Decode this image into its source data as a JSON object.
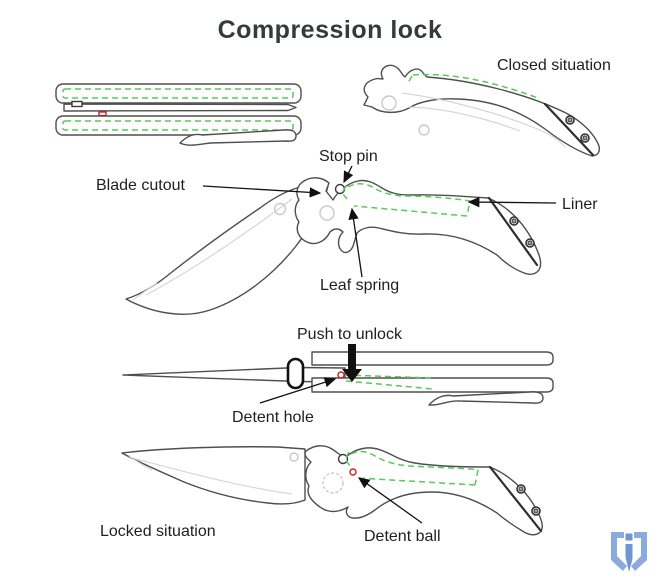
{
  "title": "Compression lock",
  "labels": {
    "closed_situation": "Closed situation",
    "stop_pin": "Stop pin",
    "blade_cutout": "Blade cutout",
    "liner": "Liner",
    "leaf_spring": "Leaf spring",
    "push_to_unlock": "Push to unlock",
    "detent_hole": "Detent hole",
    "locked_situation": "Locked situation",
    "detent_ball": "Detent ball"
  },
  "colors": {
    "background": "#ffffff",
    "outline_gray": "#4f4f4f",
    "ghost_gray": "#d6d6d6",
    "liner_green": "#55cc55",
    "detent_red": "#cc2222",
    "label_text": "#1f1f1f",
    "title_text": "#333b3b",
    "logo_blue_light": "#8aabdc",
    "logo_blue_dark": "#6d97d3"
  },
  "icons": {
    "logo": "bracket-shield-knife-logo"
  }
}
